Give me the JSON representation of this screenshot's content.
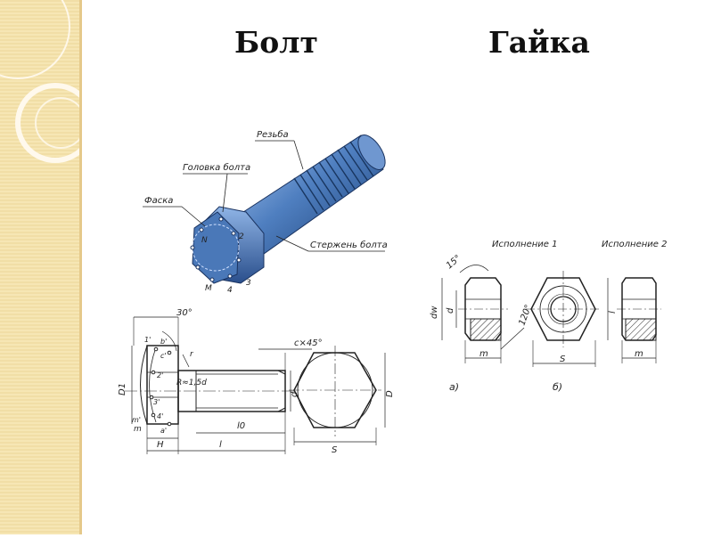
{
  "slide": {
    "title_bolt": "Болт",
    "title_nut": "Гайка"
  },
  "bolt_iso": {
    "labels": {
      "thread": "Резьба",
      "head": "Головка болта",
      "chamfer": "Фаска",
      "shank": "Стержень болта"
    },
    "points": [
      "N",
      "2",
      "M",
      "4",
      "3"
    ],
    "color": "#3f6fb1"
  },
  "bolt_drawing": {
    "labels": {
      "angle": "30°",
      "chamfer": "c×45°",
      "radius": "R≈1,5d",
      "r": "r",
      "d1": "D1",
      "d": "d",
      "D": "D",
      "H": "H",
      "l0": "l0",
      "l": "l",
      "s": "S",
      "m": "m",
      "pts": [
        "1'",
        "b'",
        "c'",
        "2'",
        "3'",
        "4'",
        "m'",
        "a'"
      ]
    }
  },
  "nut_drawing": {
    "variant1": "Исполнение 1",
    "variant2": "Исполнение 2",
    "labels": {
      "angle15": "15°",
      "angle120": "120°",
      "dw": "dw",
      "d": "d",
      "l": "l",
      "m": "m",
      "s": "S",
      "a": "а)",
      "b": "б)"
    }
  }
}
